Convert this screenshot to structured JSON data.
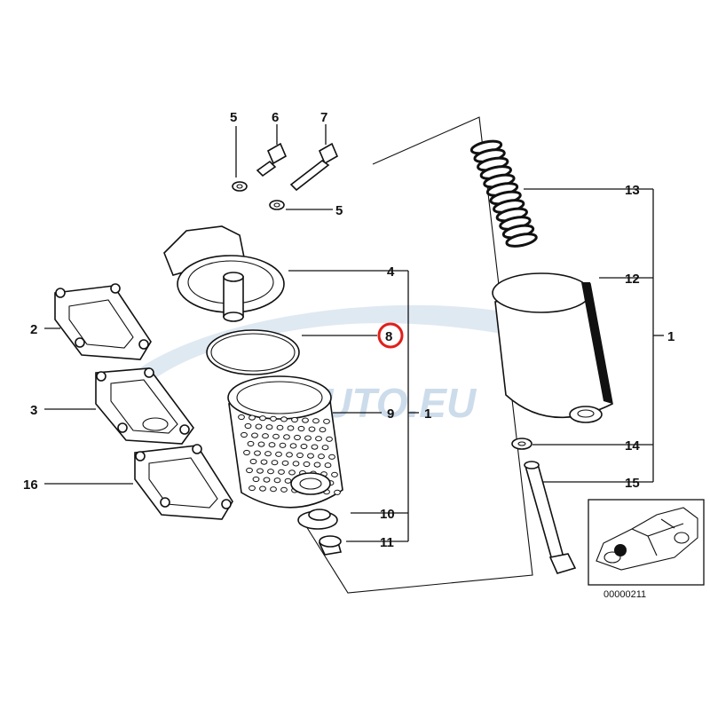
{
  "watermark": {
    "text": "AUTO.EU",
    "color": "#8fb3d3"
  },
  "highlight_color": "#e0201b",
  "diagram_id": "00000211",
  "labels": {
    "l5a": "5",
    "l6": "6",
    "l7": "7",
    "l5b": "5",
    "l13": "13",
    "l4": "4",
    "l12": "12",
    "l2": "2",
    "l8": "8",
    "l1a": "1",
    "l3": "3",
    "l9": "9",
    "l1b": "1",
    "l14": "14",
    "l16": "16",
    "l15": "15",
    "l10": "10",
    "l11": "11"
  }
}
